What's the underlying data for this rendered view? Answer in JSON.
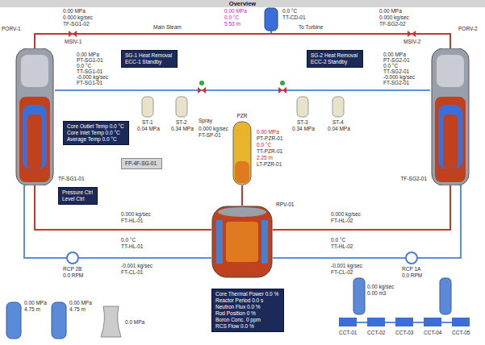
{
  "diagram": {
    "title": "Overview",
    "nodes": [
      {
        "text": [
          "SG-1 Heat Removal",
          "ECC-1 Standby"
        ]
      },
      {
        "text": [
          "SG-2 Heat Removal",
          "ECC-2 Standby"
        ]
      },
      {
        "text": [
          "Pressure Ctrl",
          "Level Ctrl"
        ]
      },
      {
        "text": [
          "Core Outlet Temp 0.0 °C",
          "Core Inlet Temp 0.0 °C",
          "Average Temp 0.0 °C"
        ]
      },
      {
        "text": [
          "FP-4F-SG-01"
        ]
      },
      {
        "text": [
          "TF-SG1-01"
        ]
      },
      {
        "text": [
          "TF-SG2-01"
        ]
      },
      {
        "text": [
          "PZR"
        ]
      },
      {
        "text": [
          "RPV-01"
        ]
      },
      {
        "text": [
          "Core Thermal Power 0.0 %",
          "Reactor Period 0.0 s",
          "Neutron Flux 0.0 %",
          "Rod Position 0 %",
          "Boron Conc. 0 ppm",
          "RCS Flow 0.0 %"
        ]
      }
    ],
    "edges": [
      {
        "from": 8,
        "to": 5,
        "arrow": "none"
      },
      {
        "from": 5,
        "to": 8,
        "arrow": "none"
      },
      {
        "from": 8,
        "to": 6,
        "arrow": "none"
      },
      {
        "from": 6,
        "to": 8,
        "arrow": "none"
      },
      {
        "from": 7,
        "to": 8,
        "arrow": "none"
      }
    ],
    "labels": [
      "0.00 MPa",
      "0.000 kg/sec",
      "TF-SG1-02",
      "PORV-1",
      "Main Steam",
      "0.00 MPa",
      "0.0 °C",
      "5.53 m",
      "0.0 °C",
      "TT-CD-01",
      "To Turbine",
      "0.00 MPa",
      "0.000 kg/sec",
      "TF-SG2-02",
      "PORV-2",
      "MSIV-1",
      "MSIV-2",
      "0.00 MPa",
      "PT-SG1-01",
      "0.0 °C",
      "TT-SG1-01",
      "-0.000 kg/sec",
      "FT-SG1-01",
      "0.00 MPa",
      "PT-SG2-01",
      "0.0 °C",
      "TT-SG2-01",
      "-0.000 kg/sec",
      "FT-SG2-01",
      "ST-1",
      "0.04 MPa",
      "ST-2",
      "0.34 MPa",
      "ST-3",
      "0.34 MPa",
      "ST-4",
      "0.04 MPa",
      "Spray",
      "0.000 kg/sec",
      "FT-SP-01",
      "0.00 MPa",
      "PT-PZR-01",
      "0.0 °C",
      "TT-PZR-01",
      "2.25 m",
      "LT-PZR-01",
      "0.000 kg/sec",
      "FT-HL-01",
      "0.0 °C",
      "TT-HL-01",
      "-0.001 kg/sec",
      "FT-CL-01",
      "0.000 kg/sec",
      "FT-HL-02",
      "0.0 °C",
      "TT-HL-02",
      "-0.001 kg/sec",
      "FT-CL-02",
      "RCP 2B",
      "0.0 RPM",
      "RCP 1A",
      "0.0 RPM",
      "0.00 MPa",
      "4.75 m",
      "0.00 MPa",
      "4.75 m",
      "0.0 MPa",
      "0.00 kg/sec",
      "0.00 m3",
      "CCT-01",
      "CCT-02",
      "CCT-03",
      "CCT-04",
      "CCT-05"
    ]
  }
}
